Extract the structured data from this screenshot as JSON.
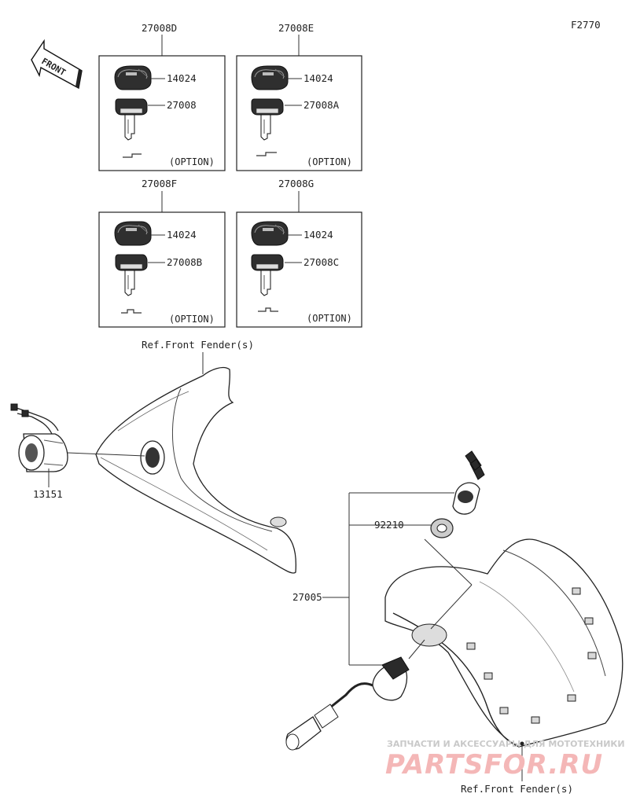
{
  "figure_id": "F2770",
  "front_label": "FRONT",
  "boxes": [
    {
      "title": "27008D",
      "cap": "14024",
      "key": "27008",
      "option": "(OPTION)"
    },
    {
      "title": "27008E",
      "cap": "14024",
      "key": "27008A",
      "option": "(OPTION)"
    },
    {
      "title": "27008F",
      "cap": "14024",
      "key": "27008B",
      "option": "(OPTION)"
    },
    {
      "title": "27008G",
      "cap": "14024",
      "key": "27008C",
      "option": "(OPTION)"
    }
  ],
  "ref_top": "Ref.Front Fender(s)",
  "ref_bottom": "Ref.Front Fender(s)",
  "part_13151": "13151",
  "part_92210": "92210",
  "part_27005": "27005",
  "watermark_line1": "ЗАПЧАСТИ И АКСЕССУАРЫ ДЛЯ МОТОТЕХНИКИ",
  "watermark_line2": "PARTSFOR.RU"
}
